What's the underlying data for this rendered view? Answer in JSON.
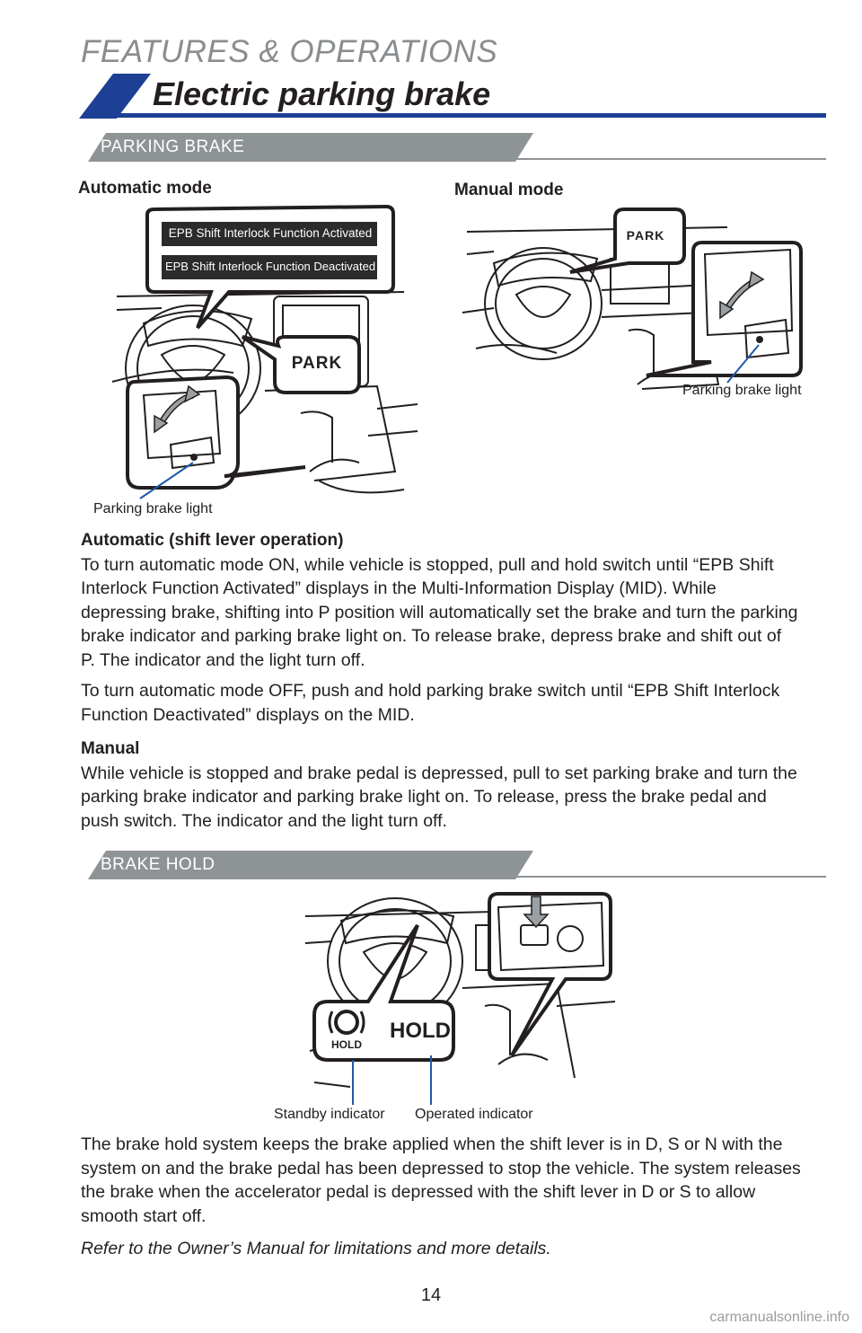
{
  "header": {
    "section": "FEATURES & OPERATIONS",
    "title": "Electric parking brake"
  },
  "parking_brake": {
    "subheading": "PARKING BRAKE",
    "automatic_caption": "Automatic mode",
    "manual_caption": "Manual mode",
    "mid_activated": "EPB Shift Interlock Function Activated",
    "mid_deactivated": "EPB Shift Interlock Function Deactivated",
    "park_label_auto": "PARK",
    "park_label_manual": "PARK",
    "light_label_auto": "Parking brake light",
    "light_label_manual": "Parking brake light",
    "auto_heading": "Automatic (shift lever operation)",
    "auto_p1": "To turn automatic mode ON, while vehicle is stopped, pull and hold switch until “EPB Shift Interlock Function Activated” displays in the Multi-Information Display (MID). While depressing brake, shifting into P position will automatically set the brake and turn the parking brake indicator and parking brake light on. To release brake, depress brake and shift out of P. The indicator and the light turn off.",
    "auto_p2": "To turn automatic mode OFF, push and hold parking brake switch until “EPB Shift Interlock Function Deactivated” displays on the MID.",
    "manual_heading": "Manual",
    "manual_p": "While vehicle is stopped and brake pedal is depressed, pull to set parking brake and turn the parking brake indicator and parking brake light on. To release, press the brake pedal and push switch. The indicator and the light turn off."
  },
  "brake_hold": {
    "subheading": "BRAKE HOLD",
    "standby_icon_text": "HOLD",
    "operated_text": "HOLD",
    "standby_label": "Standby indicator",
    "operated_label": "Operated indicator",
    "p1": "The brake hold system keeps the brake applied when the shift lever is in D, S or N with the system on and the brake pedal has been depressed to stop the vehicle. The system releases the brake when the accelerator pedal is depressed with the shift lever in D or S to allow smooth start off.",
    "note": "Refer to the Owner’s Manual for limitations and more details."
  },
  "footer": {
    "page_number": "14",
    "watermark": "carmanualsonline.info"
  },
  "colors": {
    "brand_blue": "#1d3f94",
    "sub_bar_gray": "#8e9396",
    "text": "#231f20",
    "indicator_blue": "#1d5aa8"
  }
}
